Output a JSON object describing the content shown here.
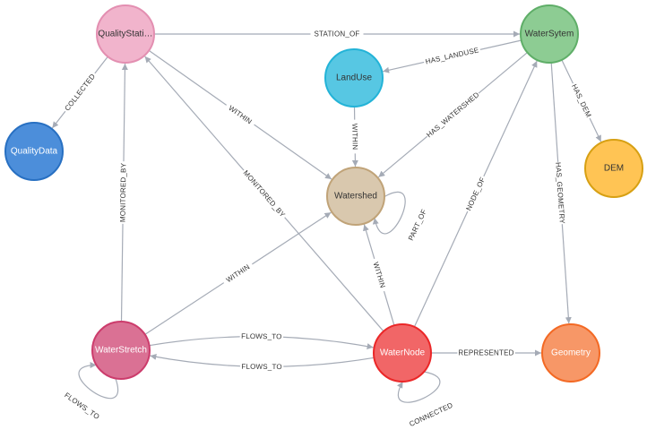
{
  "nodes": [
    {
      "id": "quality_station",
      "label": "QualityStati…",
      "fill": "#f1b4cc",
      "stroke": "#e38fb1",
      "text": "#333333"
    },
    {
      "id": "water_system",
      "label": "WaterSytem",
      "fill": "#8dcc93",
      "stroke": "#5fae68",
      "text": "#333333"
    },
    {
      "id": "land_use",
      "label": "LandUse",
      "fill": "#57c7e3",
      "stroke": "#23b3d7",
      "text": "#333333"
    },
    {
      "id": "quality_data",
      "label": "QualityData",
      "fill": "#4c8eda",
      "stroke": "#2870c2",
      "text": "#ffffff"
    },
    {
      "id": "dem",
      "label": "DEM",
      "fill": "#ffc454",
      "stroke": "#d7a013",
      "text": "#333333"
    },
    {
      "id": "watershed",
      "label": "Watershed",
      "fill": "#d9c8ae",
      "stroke": "#c0a378",
      "text": "#333333"
    },
    {
      "id": "water_stretch",
      "label": "WaterStretch",
      "fill": "#da7194",
      "stroke": "#cc3c6c",
      "text": "#ffffff"
    },
    {
      "id": "water_node",
      "label": "WaterNode",
      "fill": "#f16667",
      "stroke": "#eb2728",
      "text": "#ffffff"
    },
    {
      "id": "geometry",
      "label": "Geometry",
      "fill": "#f79767",
      "stroke": "#f36924",
      "text": "#ffffff"
    }
  ],
  "edges": [
    {
      "id": "qs-ws-station-of",
      "from": "quality_station",
      "to": "water_system",
      "label": "STATION_OF"
    },
    {
      "id": "ws-lu-has-landuse",
      "from": "water_system",
      "to": "land_use",
      "label": "HAS_LANDUSE"
    },
    {
      "id": "ws-dem-has-dem",
      "from": "water_system",
      "to": "dem",
      "label": "HAS_DEM"
    },
    {
      "id": "ws-wsh-has-watershed",
      "from": "water_system",
      "to": "watershed",
      "label": "HAS_WATERSHED"
    },
    {
      "id": "ws-geo-has-geometry",
      "from": "water_system",
      "to": "geometry",
      "label": "HAS_GEOMETRY"
    },
    {
      "id": "qs-qd-collected",
      "from": "quality_station",
      "to": "quality_data",
      "label": "COLLECTED"
    },
    {
      "id": "qs-wsh-within",
      "from": "quality_station",
      "to": "watershed",
      "label": "WITHIN"
    },
    {
      "id": "lu-wsh-within",
      "from": "land_use",
      "to": "watershed",
      "label": "WITHIN"
    },
    {
      "id": "wsh-self-part-of",
      "from": "watershed",
      "to": "watershed",
      "label": "PART_OF"
    },
    {
      "id": "wst-qs-monitored-by",
      "from": "water_stretch",
      "to": "quality_station",
      "label": "MONITORED_BY"
    },
    {
      "id": "wn-qs-monitored-by",
      "from": "water_node",
      "to": "quality_station",
      "label": "MONITORED_BY"
    },
    {
      "id": "wst-wsh-within",
      "from": "water_stretch",
      "to": "watershed",
      "label": "WITHIN"
    },
    {
      "id": "wn-wsh-within",
      "from": "water_node",
      "to": "watershed",
      "label": "WITHIN"
    },
    {
      "id": "wn-ws-node-of",
      "from": "water_node",
      "to": "water_system",
      "label": "NODE_OF"
    },
    {
      "id": "wst-wn-flows-to",
      "from": "water_stretch",
      "to": "water_node",
      "label": "FLOWS_TO"
    },
    {
      "id": "wn-wst-flows-to",
      "from": "water_node",
      "to": "water_stretch",
      "label": "FLOWS_TO"
    },
    {
      "id": "wst-self-flows-to",
      "from": "water_stretch",
      "to": "water_stretch",
      "label": "FLOWS_TO"
    },
    {
      "id": "wn-geo-represented",
      "from": "water_node",
      "to": "geometry",
      "label": "REPRESENTED"
    },
    {
      "id": "wn-self-connected",
      "from": "water_node",
      "to": "water_node",
      "label": "CONNECTED"
    }
  ]
}
